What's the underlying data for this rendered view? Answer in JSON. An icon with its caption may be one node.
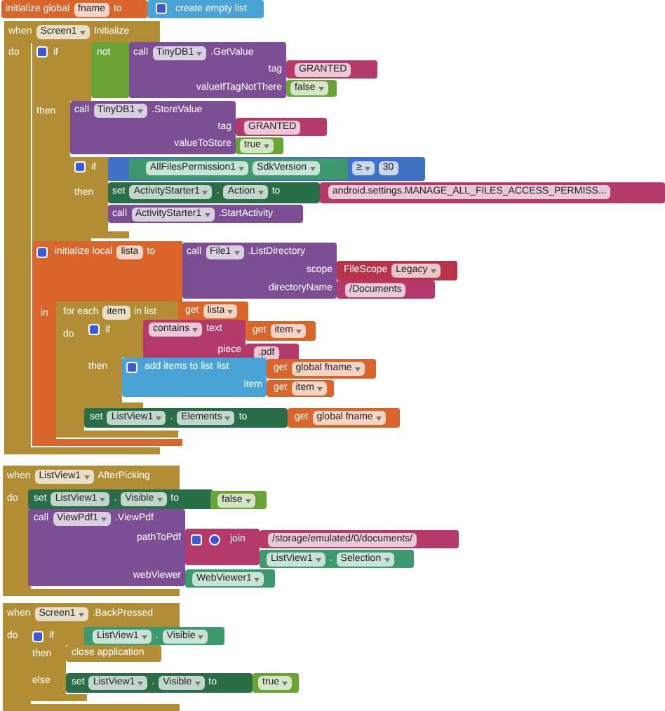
{
  "diagram": {
    "nodes": [
      {
        "text": [
          "initialize global",
          "fname",
          "to"
        ]
      },
      {
        "text": [
          "create empty list"
        ]
      },
      {
        "text": [
          "when",
          "Screen1",
          "Initialize",
          "do"
        ]
      },
      {
        "text": [
          "if",
          "then"
        ],
        "in": 2
      },
      {
        "text": [
          "not"
        ],
        "in": 2
      },
      {
        "text": [
          "call",
          "TinyDB1",
          ".GetValue",
          "tag",
          "valueIfTagNotThere"
        ]
      },
      {
        "text": [
          "GRANTED"
        ]
      },
      {
        "text": [
          "false"
        ]
      },
      {
        "text": [
          "call",
          "TinyDB1",
          ".StoreValue",
          "tag",
          "valueToStore"
        ]
      },
      {
        "text": [
          "GRANTED"
        ]
      },
      {
        "text": [
          "true"
        ]
      },
      {
        "text": [
          "if",
          "then"
        ],
        "in": 2
      },
      {
        "text": [
          "≥",
          "30"
        ]
      },
      {
        "text": [
          "AllFilesPermission1",
          "SdkVersion"
        ],
        "in": 12
      },
      {
        "text": [
          "set",
          "ActivityStarter1",
          ".",
          "Action",
          "to"
        ]
      },
      {
        "text": [
          "android.settings.MANAGE_ALL_FILES_ACCESS_PERMISS..."
        ]
      },
      {
        "text": [
          "call",
          "ActivityStarter1",
          ".StartActivity"
        ]
      },
      {
        "text": [
          "initialize local",
          "lista",
          "to",
          "in"
        ]
      },
      {
        "text": [
          "call",
          "File1",
          ".ListDirectory",
          "scope",
          "directoryName"
        ]
      },
      {
        "text": [
          "FileScope",
          "Legacy"
        ]
      },
      {
        "text": [
          "/Documents"
        ]
      },
      {
        "text": [
          "for each",
          "item",
          "in list",
          "do"
        ],
        "in": 17
      },
      {
        "text": [
          "get",
          "lista"
        ]
      },
      {
        "text": [
          "if",
          "then"
        ],
        "in": 21
      },
      {
        "text": [
          "contains",
          "text",
          "piece"
        ]
      },
      {
        "text": [
          "get",
          "item"
        ]
      },
      {
        "text": [
          ".pdf"
        ]
      },
      {
        "text": [
          "add items to list",
          "list",
          "item"
        ]
      },
      {
        "text": [
          "get",
          "global fname"
        ]
      },
      {
        "text": [
          "get",
          "item"
        ]
      },
      {
        "text": [
          "set",
          "ListView1",
          ".",
          "Elements",
          "to"
        ]
      },
      {
        "text": [
          "get",
          "global fname"
        ]
      },
      {
        "text": [
          "when",
          "ListView1",
          "AfterPicking",
          "do"
        ]
      },
      {
        "text": [
          "set",
          "ListView1",
          ".",
          "Visible",
          "to"
        ]
      },
      {
        "text": [
          "false"
        ]
      },
      {
        "text": [
          "call",
          "ViewPdf1",
          ".ViewPdf",
          "pathToPdf",
          "webViewer"
        ],
        "in": 32
      },
      {
        "text": [
          "join"
        ]
      },
      {
        "text": [
          "/storage/emulated/0/documents/"
        ]
      },
      {
        "text": [
          "ListView1",
          ".",
          "Selection"
        ]
      },
      {
        "text": [
          "WebViewer1"
        ]
      },
      {
        "text": [
          "when",
          "Screen1",
          ".BackPressed",
          "do"
        ]
      },
      {
        "text": [
          "if",
          "then",
          "else"
        ],
        "in": 40
      },
      {
        "text": [
          "ListView1",
          ".",
          "Visible"
        ]
      },
      {
        "text": [
          "close application"
        ],
        "in": 40
      },
      {
        "text": [
          "set",
          "ListView1",
          ".",
          "Visible",
          "to"
        ]
      },
      {
        "text": [
          "true"
        ]
      }
    ]
  }
}
